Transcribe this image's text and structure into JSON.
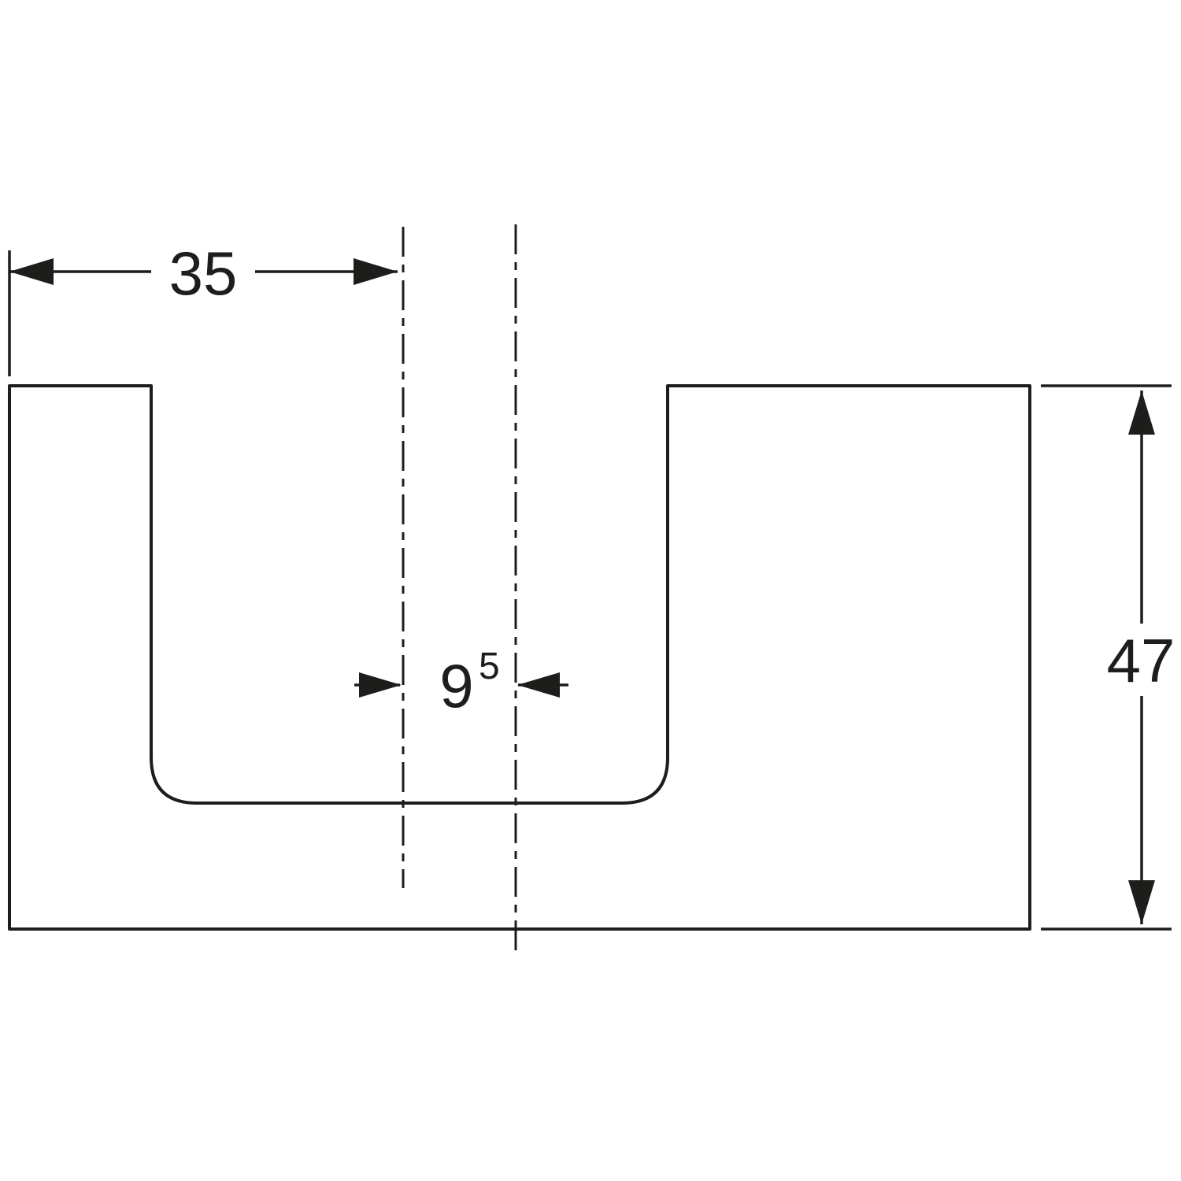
{
  "drawing": {
    "type": "technical-dimension-drawing",
    "background": "#ffffff",
    "line_color": "#1d1d1b",
    "dimensions": {
      "top_width": {
        "label": "35"
      },
      "slot_width": {
        "value": "9",
        "superscript": "5"
      },
      "right_height": {
        "label": "47"
      }
    }
  }
}
